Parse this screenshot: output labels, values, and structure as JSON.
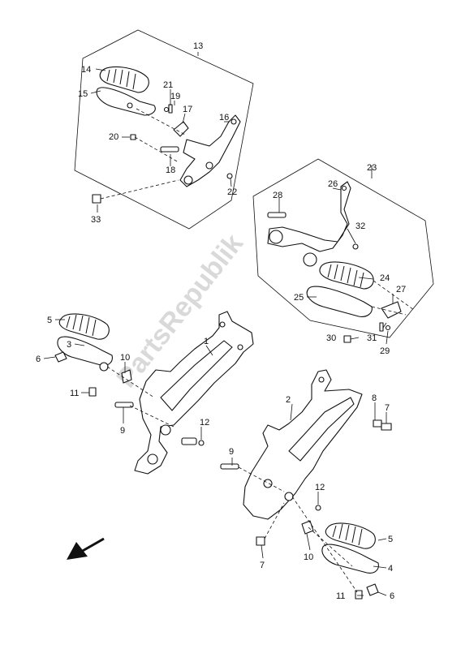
{
  "watermark": "PartsRepublik",
  "direction_arrow": "front-direction-arrow",
  "callouts": {
    "c1": "1",
    "c2": "2",
    "c3": "3",
    "c4": "4",
    "c5a": "5",
    "c5b": "5",
    "c6a": "6",
    "c6b": "6",
    "c7a": "7",
    "c7b": "7",
    "c8": "8",
    "c9a": "9",
    "c9b": "9",
    "c10a": "10",
    "c10b": "10",
    "c11a": "11",
    "c11b": "11",
    "c12a": "12",
    "c12b": "12",
    "c13": "13",
    "c14": "14",
    "c15": "15",
    "c16": "16",
    "c17": "17",
    "c18": "18",
    "c19": "19",
    "c20": "20",
    "c21": "21",
    "c22": "22",
    "c23": "23",
    "c24": "24",
    "c25": "25",
    "c26": "26",
    "c27": "27",
    "c28": "28",
    "c29": "29",
    "c30": "30",
    "c31": "31",
    "c32": "32",
    "c33": "33"
  }
}
